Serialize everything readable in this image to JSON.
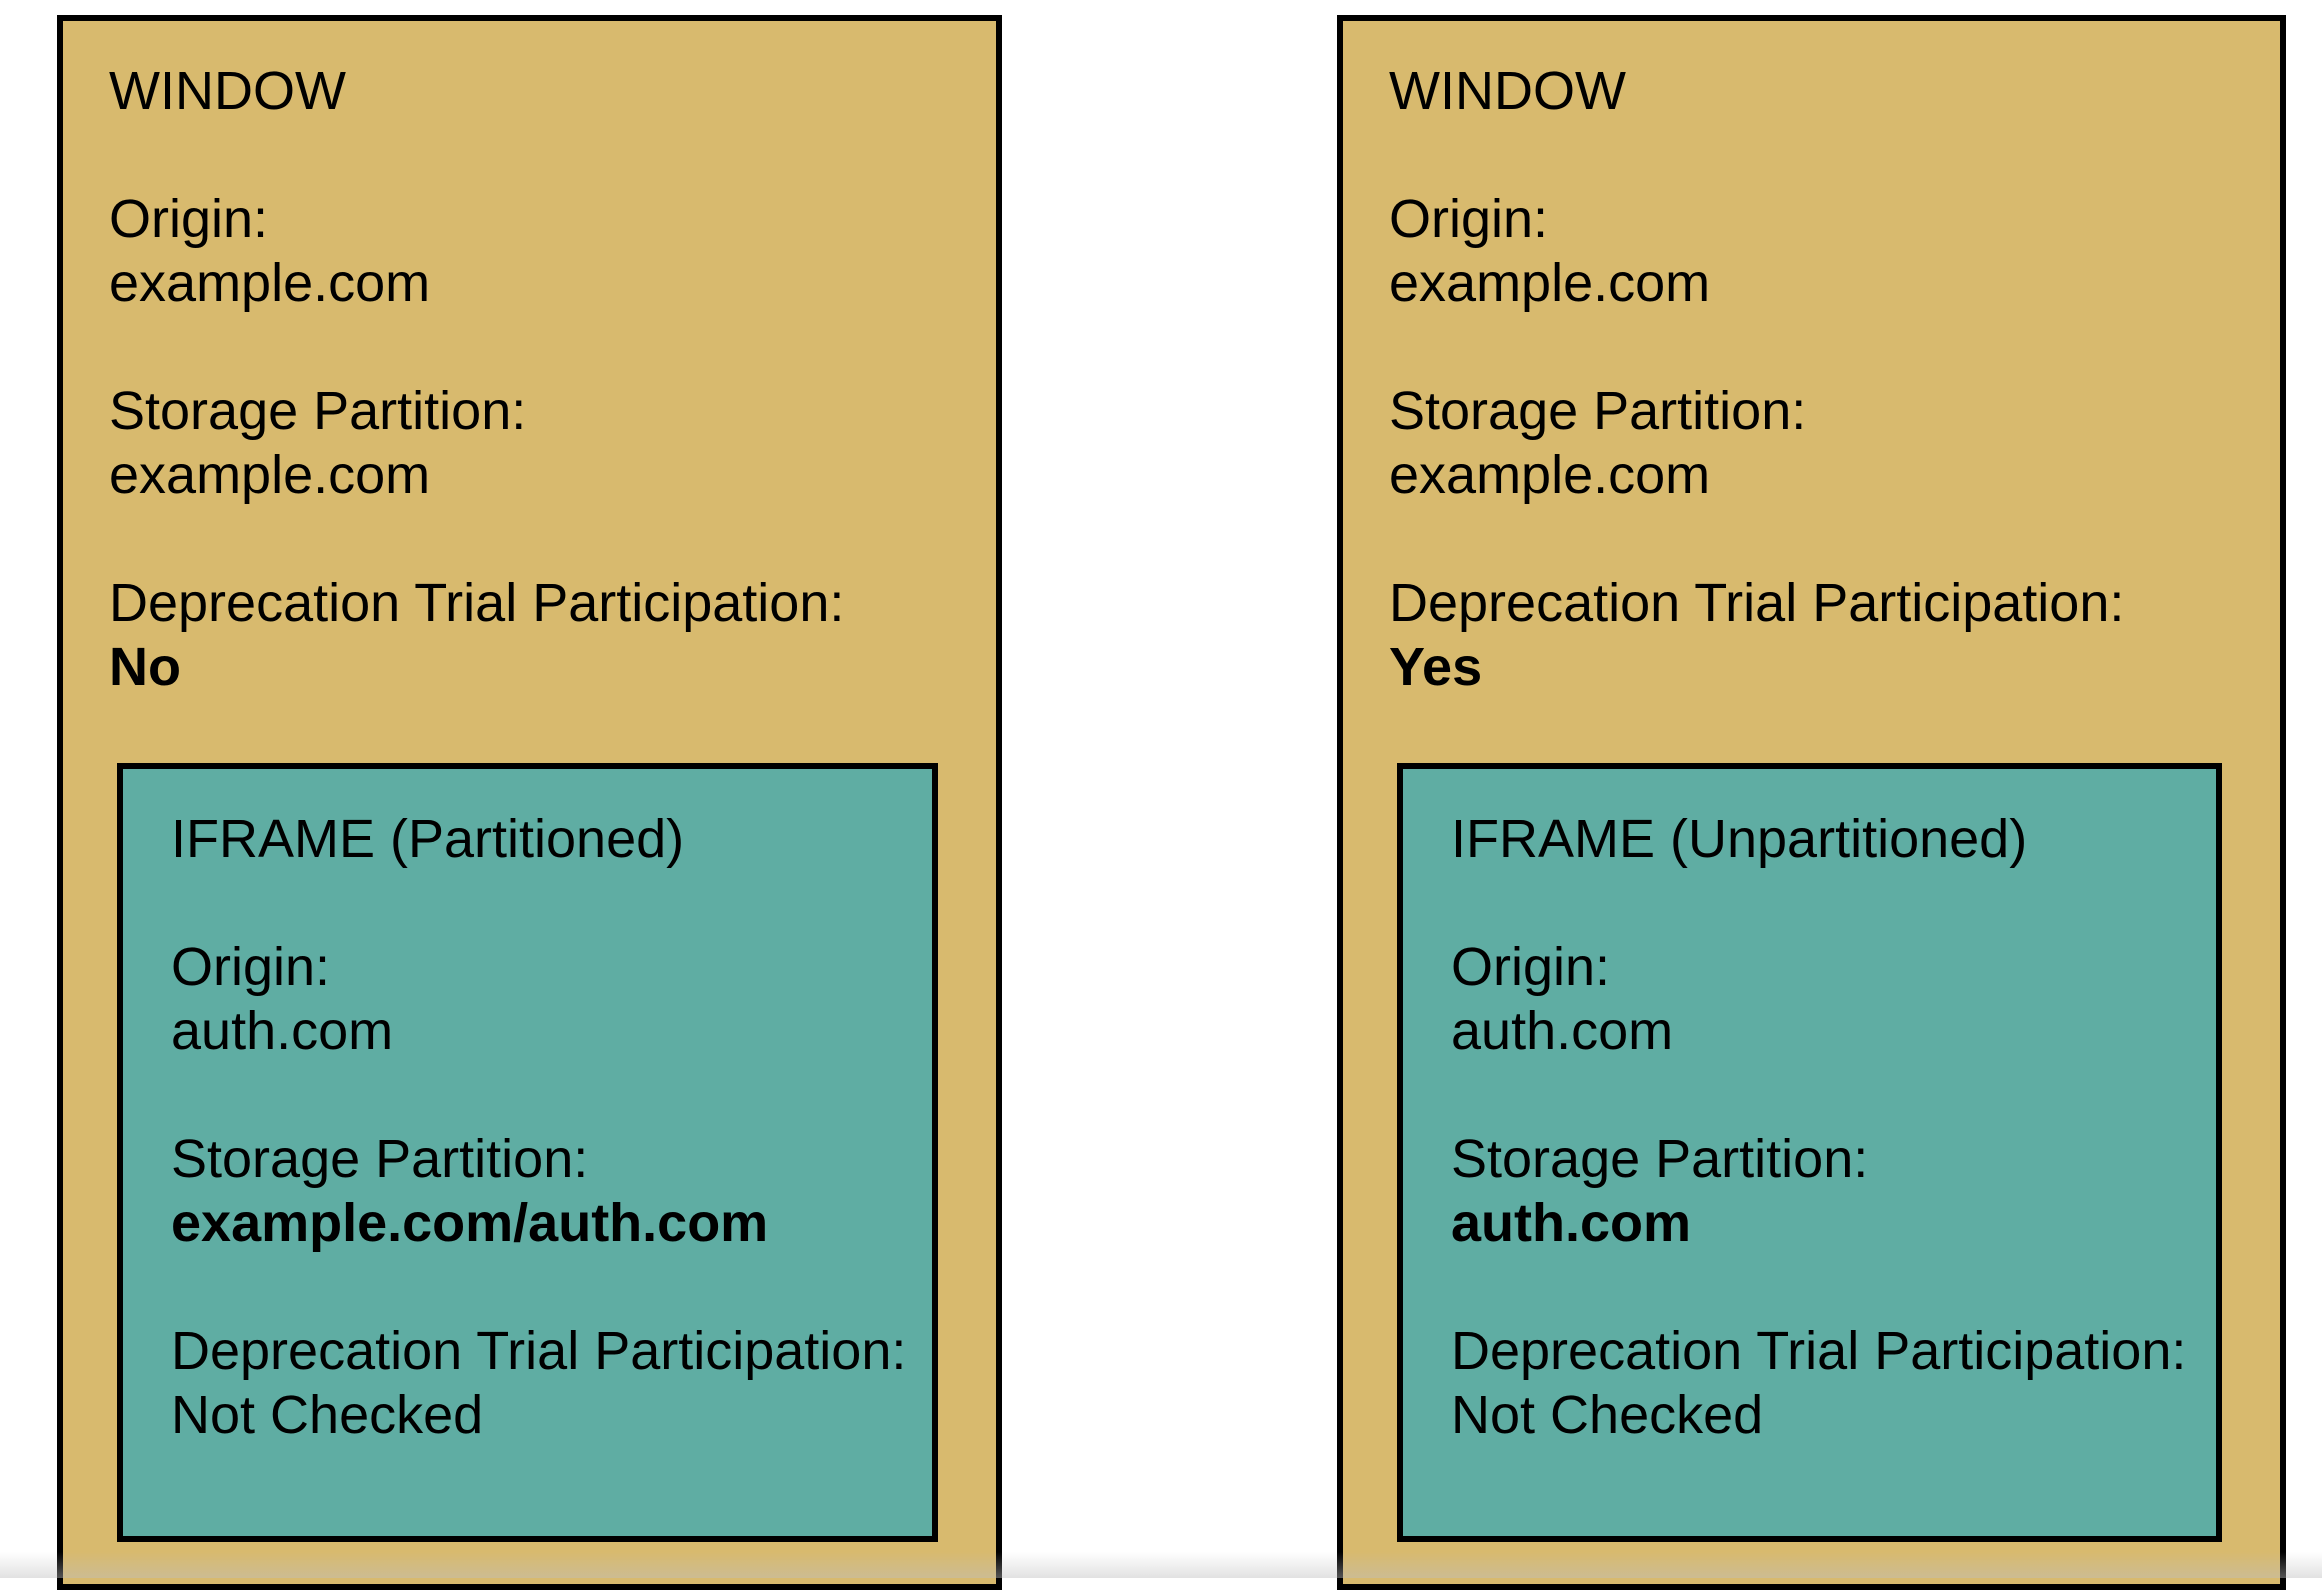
{
  "colors": {
    "window_bg": "#d8ba6e",
    "iframe_bg": "#5fada3",
    "border": "#000000",
    "text": "#000000"
  },
  "panels": [
    {
      "title": "WINDOW",
      "fields": [
        {
          "label": "Origin:",
          "value": "example.com",
          "value_bold": false
        },
        {
          "label": "Storage Partition:",
          "value": "example.com",
          "value_bold": false
        },
        {
          "label": "Deprecation Trial Participation:",
          "value": "No",
          "value_bold": true
        }
      ],
      "iframe": {
        "title": "IFRAME (Partitioned)",
        "fields": [
          {
            "label": "Origin:",
            "value": "auth.com",
            "value_bold": false
          },
          {
            "label": "Storage Partition:",
            "value": "example.com/auth.com",
            "value_bold": true
          },
          {
            "label": "Deprecation Trial Participation:",
            "value": "Not Checked",
            "value_bold": false
          }
        ]
      }
    },
    {
      "title": "WINDOW",
      "fields": [
        {
          "label": "Origin:",
          "value": "example.com",
          "value_bold": false
        },
        {
          "label": "Storage Partition:",
          "value": "example.com",
          "value_bold": false
        },
        {
          "label": "Deprecation Trial Participation:",
          "value": "Yes",
          "value_bold": true
        }
      ],
      "iframe": {
        "title": "IFRAME (Unpartitioned)",
        "fields": [
          {
            "label": "Origin:",
            "value": "auth.com",
            "value_bold": false
          },
          {
            "label": "Storage Partition:",
            "value": "auth.com",
            "value_bold": true
          },
          {
            "label": "Deprecation Trial Participation:",
            "value": "Not Checked",
            "value_bold": false
          }
        ]
      }
    }
  ]
}
